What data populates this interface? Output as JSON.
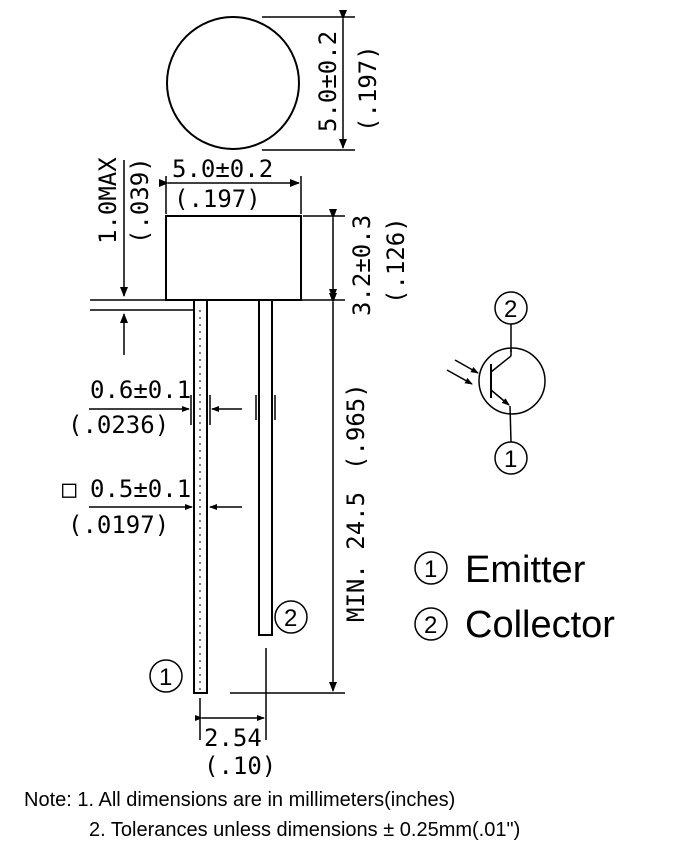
{
  "top_view": {
    "diameter_mm": "5.0±0.2",
    "diameter_in": "(.197)"
  },
  "side_view": {
    "body_width_mm": "5.0±0.2",
    "body_width_in": "(.197)",
    "flange_mm": "1.0MAX",
    "flange_in": "(.039)",
    "body_height_mm": "3.2±0.3",
    "body_height_in": "(.126)",
    "lead_length": "MIN. 24.5",
    "lead_length_in": "(.965)",
    "lead_width_mm": "0.6±0.1",
    "lead_width_in": "(.0236)",
    "lead_square_symbol": "□",
    "lead_square_mm": "0.5±0.1",
    "lead_square_in": "(.0197)",
    "pitch_mm": "2.54",
    "pitch_in": "(.10)",
    "pin1_marker": "1",
    "pin2_marker": "2"
  },
  "schematic": {
    "pin2_label": "2",
    "pin1_label": "1"
  },
  "legend": {
    "items": [
      {
        "num": "1",
        "label": "Emitter"
      },
      {
        "num": "2",
        "label": "Collector"
      }
    ]
  },
  "notes": {
    "line1": "Note: 1. All dimensions are in millimeters(inches)",
    "line2": "2. Tolerances unless dimensions ± 0.25mm(.01\")"
  }
}
